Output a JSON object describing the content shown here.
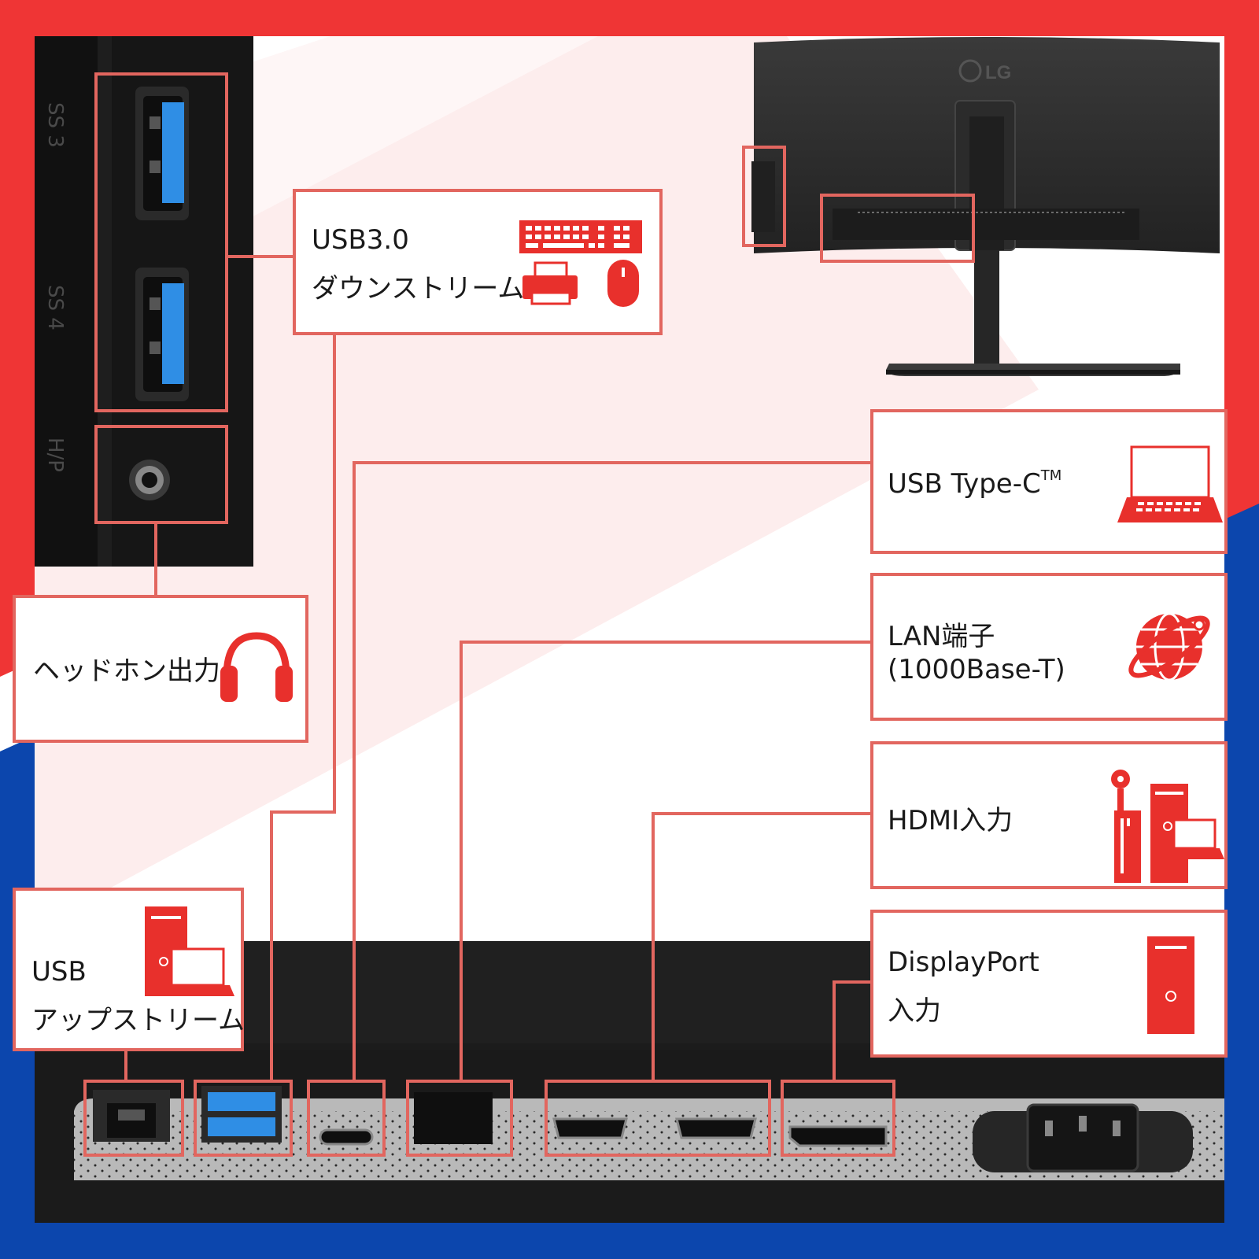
{
  "colors": {
    "accent_red": "#ef3535",
    "accent_blue": "#0c46ad",
    "connector_line": "#e2665f",
    "icon_red": "#e8302c",
    "usb3_blue": "#2f8ee5",
    "panel_black": "#1a1a1a"
  },
  "brand": {
    "logo_text": "LG"
  },
  "side_panel": {
    "port_labels": [
      "SS 3",
      "SS 4",
      "H/P"
    ]
  },
  "callouts": {
    "usb_downstream": {
      "line1": "USB3.0",
      "line2": "ダウンストリーム",
      "icons": [
        "keyboard-icon",
        "printer-icon",
        "mouse-icon"
      ]
    },
    "headphone": {
      "label": "ヘッドホン出力",
      "icon": "headphones-icon"
    },
    "usb_upstream": {
      "line1": "USB",
      "line2": "アップストリーム",
      "icon": "pc-tower-laptop-icon"
    },
    "usb_type_c": {
      "label": "USB Type-C",
      "suffix": "TM",
      "icon": "laptop-icon"
    },
    "lan": {
      "line1": "LAN端子",
      "line2": "(1000Base-T)",
      "icon": "globe-network-icon"
    },
    "hdmi": {
      "label": "HDMI入力",
      "icon": "pc-game-laptop-icon"
    },
    "displayport": {
      "line1": "DisplayPort",
      "line2": "入力",
      "icon": "pc-tower-icon"
    }
  }
}
